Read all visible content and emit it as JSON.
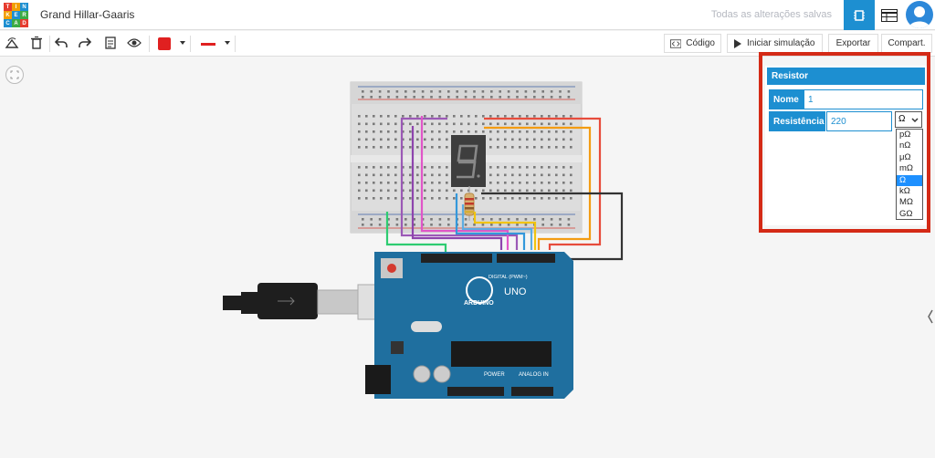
{
  "app": {
    "title": "Grand Hillar-Gaaris",
    "saved_status": "Todas as alterações salvas",
    "logo_letters": [
      "T",
      "I",
      "N",
      "K",
      "E",
      "R",
      "C",
      "A",
      "D"
    ]
  },
  "toolbar": {
    "code_label": "Código",
    "simulate_label": "Iniciar simulação",
    "export_label": "Exportar",
    "share_label": "Compart.",
    "fill_color": "#e02020",
    "line_color": "#e02020"
  },
  "inspector": {
    "heading": "Resistor",
    "name_label": "Nome",
    "name_value": "1",
    "resistance_label": "Resistência",
    "resistance_value": "220",
    "unit_selected": "Ω",
    "unit_options": [
      "pΩ",
      "nΩ",
      "μΩ",
      "mΩ",
      "Ω",
      "kΩ",
      "MΩ",
      "GΩ"
    ]
  },
  "board": {
    "brand": "ARDUINO",
    "model": "UNO",
    "digital_label": "DIGITAL (PWM~)",
    "power_label": "POWER",
    "analog_label": "ANALOG IN"
  },
  "colors": {
    "accent": "#1d8fd1",
    "highlight_frame": "#d42a16",
    "arduino_blue": "#1f6f9f"
  }
}
